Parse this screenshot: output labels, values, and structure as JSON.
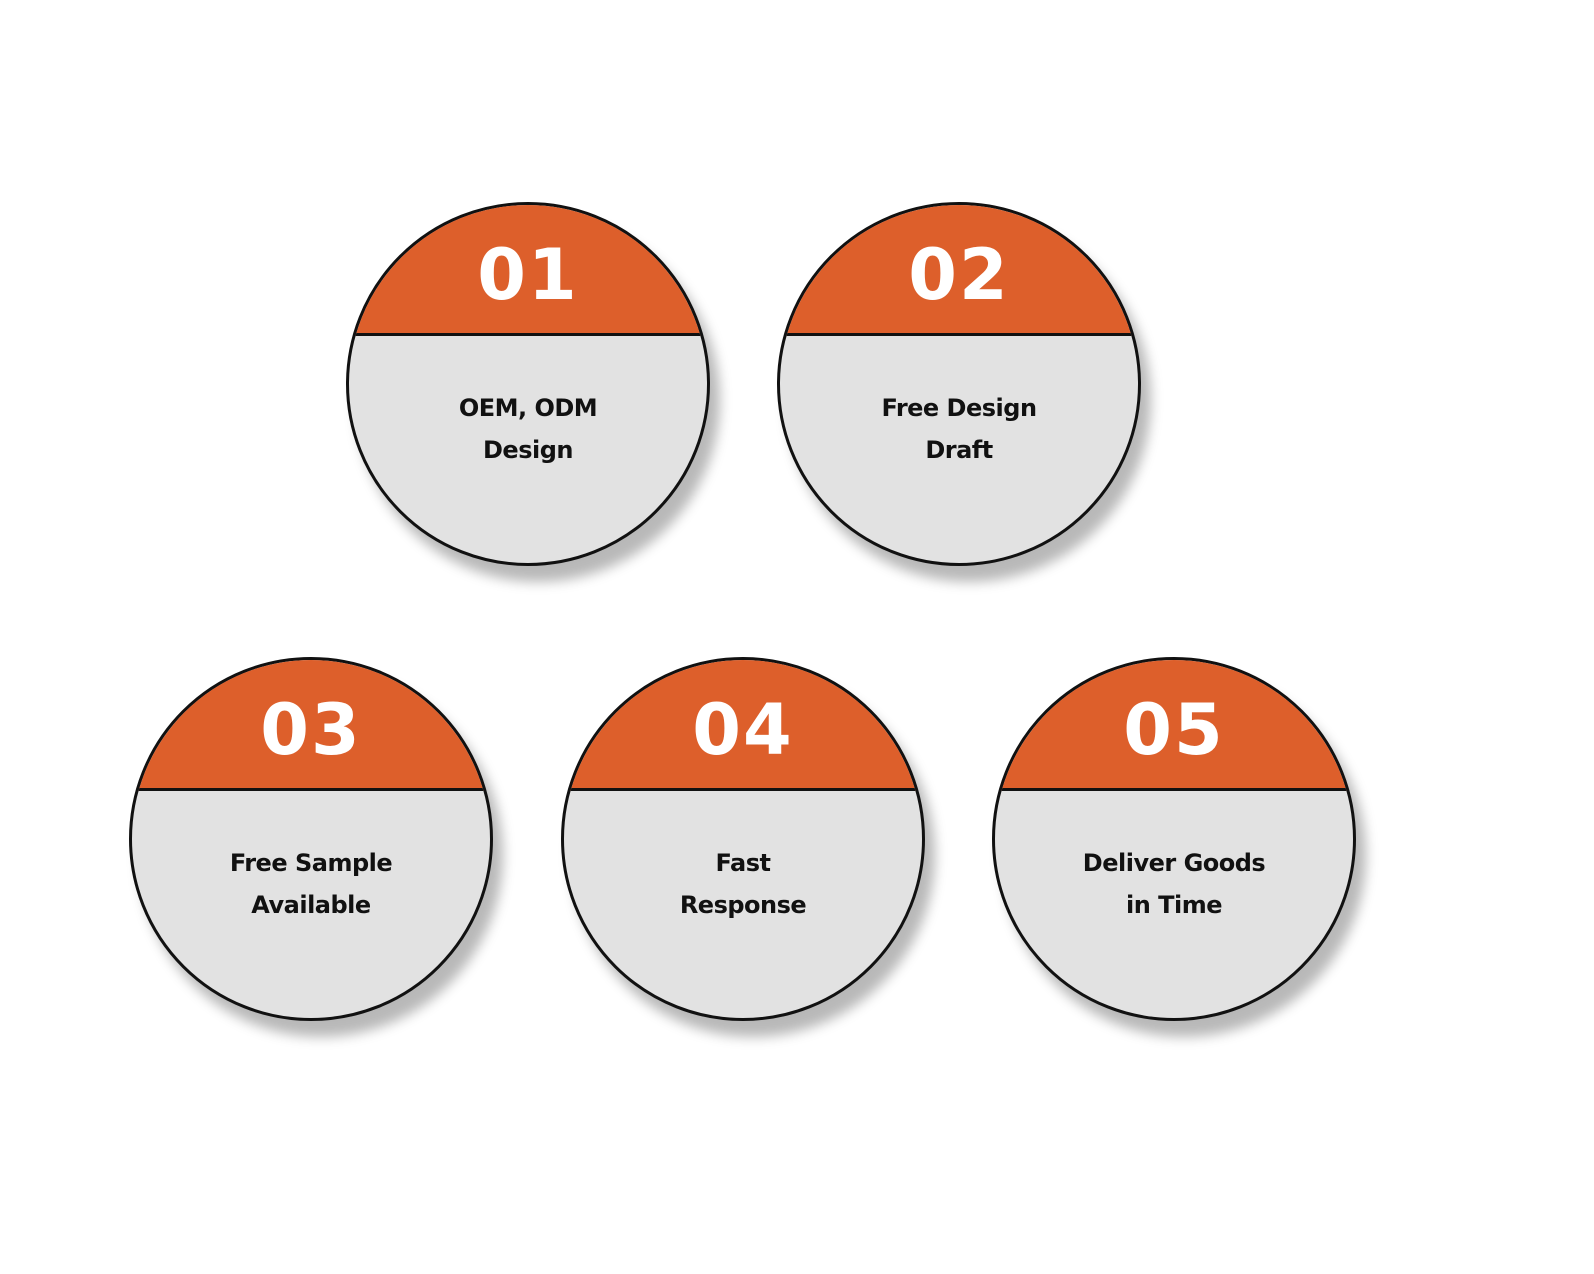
{
  "colors": {
    "header": "#dd5f2b",
    "body": "#e2e2e2",
    "outline": "#111111",
    "number_text": "#ffffff",
    "label_text": "#111111"
  },
  "badges": [
    {
      "number": "01",
      "label_lines": [
        "OEM, ODM",
        "Design"
      ]
    },
    {
      "number": "02",
      "label_lines": [
        "Free Design",
        "Draft"
      ]
    },
    {
      "number": "03",
      "label_lines": [
        "Free Sample",
        "Available"
      ]
    },
    {
      "number": "04",
      "label_lines": [
        "Fast",
        "Response"
      ]
    },
    {
      "number": "05",
      "label_lines": [
        "Deliver Goods",
        "in Time"
      ]
    }
  ]
}
